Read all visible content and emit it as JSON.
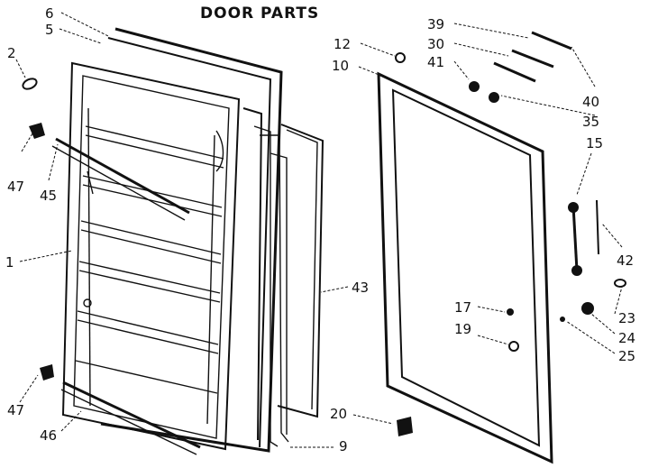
{
  "title": "DOOR PARTS",
  "callouts": {
    "c1": "1",
    "c2": "2",
    "c5": "5",
    "c6": "6",
    "c9": "9",
    "c10": "10",
    "c12": "12",
    "c15": "15",
    "c17": "17",
    "c19": "19",
    "c20": "20",
    "c23": "23",
    "c24": "24",
    "c25": "25",
    "c30": "30",
    "c35": "35",
    "c39": "39",
    "c40": "40",
    "c41": "41",
    "c42": "42",
    "c43": "43",
    "c45": "45",
    "c46": "46",
    "c47a": "47",
    "c47b": "47"
  }
}
